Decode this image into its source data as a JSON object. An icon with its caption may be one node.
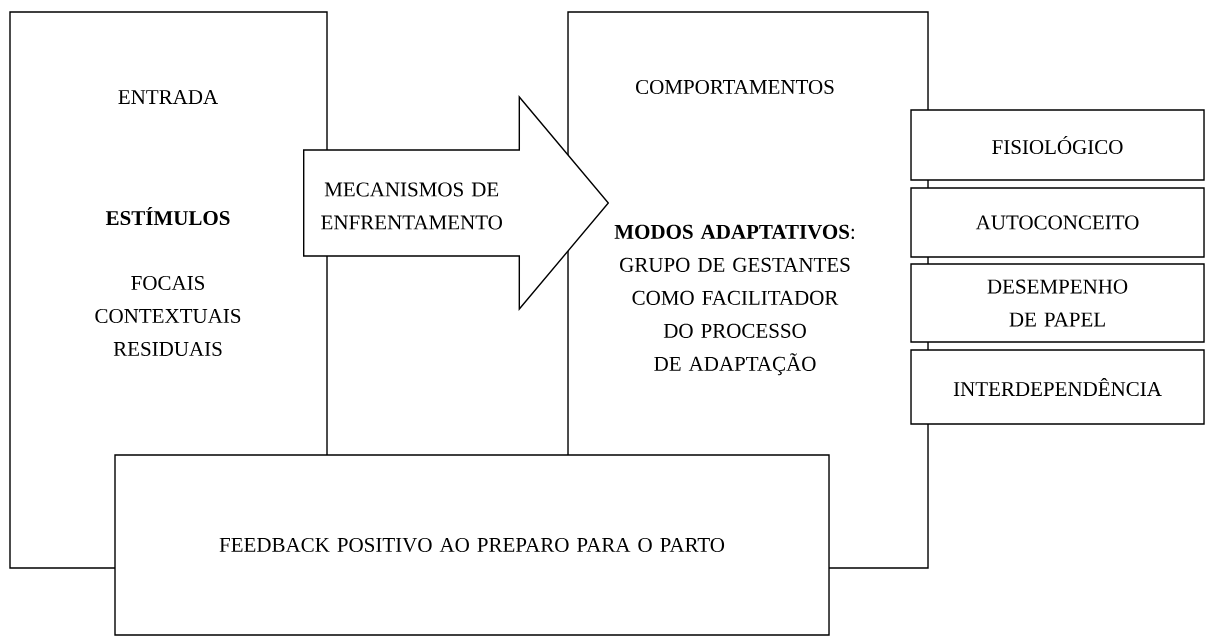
{
  "diagram": {
    "nodes": [
      {
        "text": [
          "ENTRADA",
          "ESTÍMULOS",
          "FOCAIS CONTEXTUAIS RESIDUAIS"
        ]
      },
      {
        "text": [
          "COMPORTAMENTOS",
          "**MODOS ADAPTATIVOS**: GRUPO DE GESTANTES COMO FACILITADOR DO PROCESSO DE ADAPTAÇÃO"
        ]
      },
      {
        "text": [
          "FISIOLÓGICO"
        ]
      },
      {
        "text": [
          "AUTOCONCEITO"
        ]
      },
      {
        "text": [
          "DESEMPENHO DE PAPEL"
        ]
      },
      {
        "text": [
          "INTERDEPENDÊNCIA"
        ]
      },
      {
        "text": [
          "FEEDBACK POSITIVO AO PREPARO PARA O PARTO"
        ]
      }
    ],
    "edges": [
      {
        "from": 0,
        "to": 1,
        "arrow": "to",
        "label": "MECANISMOS DE ENFRENTAMENTO"
      }
    ]
  }
}
